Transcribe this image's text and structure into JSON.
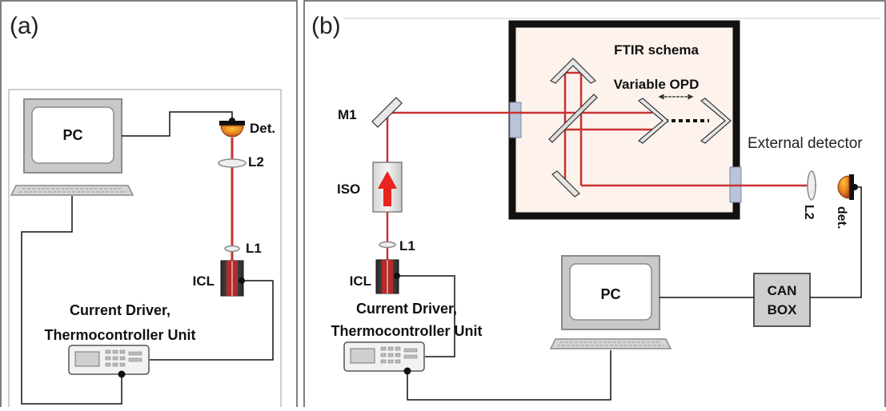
{
  "panel_a": {
    "tag": "(a)",
    "pc_label": "PC",
    "detector_label": "Det.",
    "lens2_label": "L2",
    "lens1_label": "L1",
    "icl_label": "ICL",
    "driver_line1": "Current Driver,",
    "driver_line2": "Thermocontroller Unit"
  },
  "panel_b": {
    "tag": "(b)",
    "ftir_title": "FTIR schema",
    "opd_label": "Variable OPD",
    "mirror_label": "M1",
    "isolator_label": "ISO",
    "lens1_label": "L1",
    "icl_label": "ICL",
    "driver_line1": "Current Driver,",
    "driver_line2": "Thermocontroller Unit",
    "pc_label": "PC",
    "canbox_line1": "CAN",
    "canbox_line2": "BOX",
    "external_detector_label": "External detector",
    "lens2_label": "L2",
    "detector_label": "det."
  },
  "colors": {
    "beam": "#c83232",
    "device_gray": "#c9c9c9",
    "device_stroke": "#7d7d7d",
    "ftir_background": "#fdf3ec",
    "detector_orange": "#e8821e",
    "arrow_red": "#e8241c"
  }
}
